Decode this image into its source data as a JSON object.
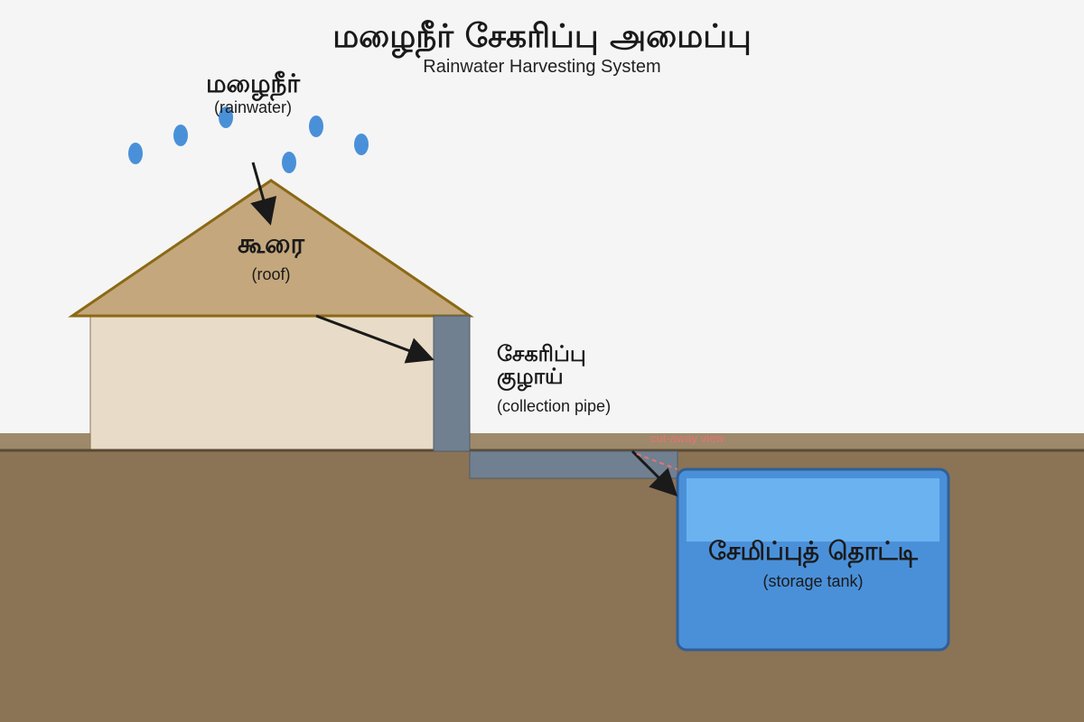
{
  "title": "மழைநீர் சேகரிப்பு அமைப்பு",
  "subtitle": "Rainwater Harvesting System",
  "rain": {
    "ta": "மழைநீர்",
    "en": "(rainwater)"
  },
  "roof": {
    "ta": "கூரை",
    "en": "(roof)"
  },
  "pipe": {
    "ta_line1": "சேகரிப்பு",
    "ta_line2": "குழாய்",
    "en": "(collection pipe)"
  },
  "tank": {
    "ta": "சேமிப்புத் தொட்டி",
    "en": "(storage tank)"
  },
  "cutaway": "cut-away view",
  "colors": {
    "sky": "#f5f5f5",
    "ground": "#8b7355",
    "ground_top": "#9e8a6a",
    "roof": "#c4a77d",
    "roof_stroke": "#8b6914",
    "wall": "#e8dcc8",
    "pipe": "#708090",
    "tank": "#4a90d9",
    "tank_water": "#6bb2f0",
    "rain": "#4a90d9",
    "arrow": "#1a1a1a",
    "cutaway": "#e57373"
  }
}
